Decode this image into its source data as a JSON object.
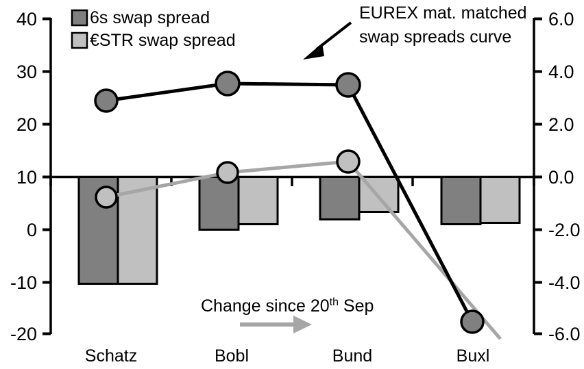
{
  "chart_data": {
    "type": "bar",
    "title": "",
    "categories": [
      "Schatz",
      "Bobl",
      "Bund",
      "Buxl"
    ],
    "series": [
      {
        "name": "6s swap spread",
        "axis": "left",
        "color": "#808080",
        "values": [
          -10.2,
          0.0,
          2.0,
          1.0
        ]
      },
      {
        "name": "€STR swap spread",
        "axis": "left",
        "color": "#c0c0c0",
        "values": [
          -10.2,
          1.0,
          3.4,
          1.2
        ]
      },
      {
        "name": "EUREX mat. matched swap spreads curve",
        "axis": "left",
        "type": "line",
        "color": "#000000",
        "marker_fill": "#808080",
        "values": [
          24.5,
          28.0,
          27.3,
          -18.0
        ]
      },
      {
        "name": "Change since 20th Sep",
        "axis": "left",
        "type": "line",
        "color": "#a6a6a6",
        "marker_fill": "#c0c0c0",
        "values": [
          6.1,
          10.5,
          12.8,
          -20.8
        ]
      }
    ],
    "xlabel": "",
    "ylabel": "",
    "ylim": [
      -20,
      40
    ],
    "yticks": [
      -20,
      -10,
      0,
      10,
      20,
      30,
      40
    ],
    "y2lim": [
      -6.0,
      6.0
    ],
    "y2ticks": [
      -6.0,
      -4.0,
      -2.0,
      0.0,
      2.0,
      4.0,
      6.0
    ],
    "zero_line_value": 10,
    "grid": false,
    "legend_position": "top-left"
  },
  "axes": {
    "left_ticks": [
      "40",
      "30",
      "20",
      "10",
      "0",
      "-10",
      "-20"
    ],
    "right_ticks": [
      "6.0",
      "4.0",
      "2.0",
      "0.0",
      "-2.0",
      "-4.0",
      "-6.0"
    ]
  },
  "categories": [
    "Schatz",
    "Bobl",
    "Bund",
    "Buxl"
  ],
  "legend": {
    "items": [
      {
        "label": "6s swap spread",
        "color": "#808080"
      },
      {
        "label": "€STR swap spread",
        "color": "#c0c0c0"
      }
    ]
  },
  "annotations": {
    "curve_label_line1": "EUREX mat. matched",
    "curve_label_line2": "swap spreads curve",
    "change_label_main": "Change since 20",
    "change_label_sup": "th",
    "change_label_tail": " Sep"
  }
}
